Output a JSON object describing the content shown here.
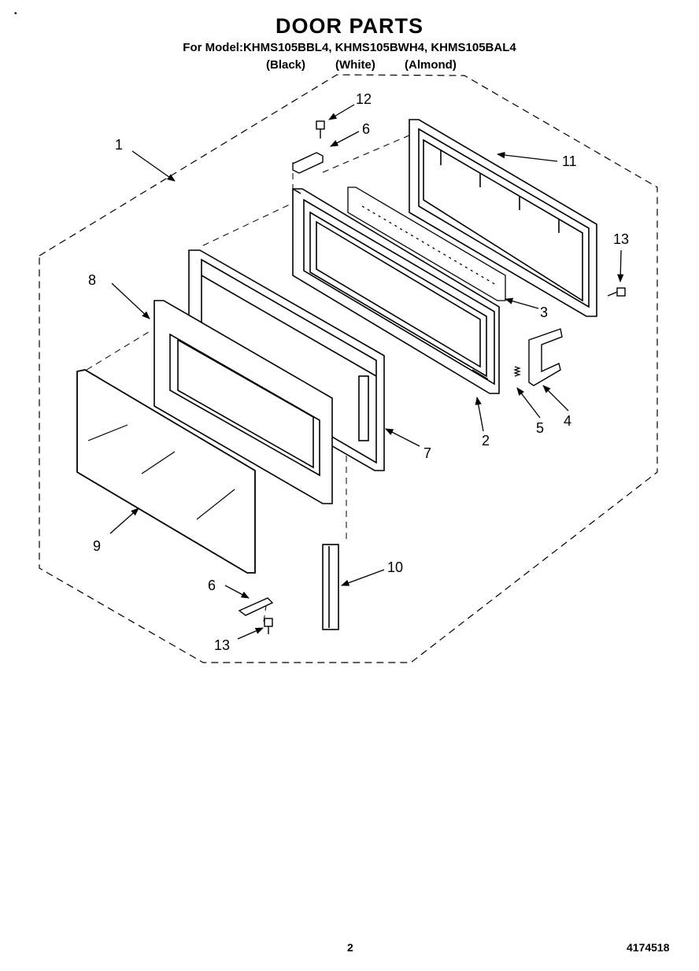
{
  "header": {
    "title": "DOOR PARTS",
    "models": "For Model:KHMS105BBL4, KHMS105BWH4, KHMS105BAL4",
    "variants": [
      "(Black)",
      "(White)",
      "(Almond)"
    ]
  },
  "callouts": {
    "c1": "1",
    "c2": "2",
    "c3": "3",
    "c4": "4",
    "c5": "5",
    "c6a": "6",
    "c6b": "6",
    "c7": "7",
    "c8": "8",
    "c9": "9",
    "c10": "10",
    "c11": "11",
    "c12": "12",
    "c13a": "13",
    "c13b": "13"
  },
  "footer": {
    "page": "2",
    "doc_number": "4174518",
    "mark": "▪"
  },
  "colors": {
    "ink": "#000000",
    "paper": "#ffffff"
  }
}
